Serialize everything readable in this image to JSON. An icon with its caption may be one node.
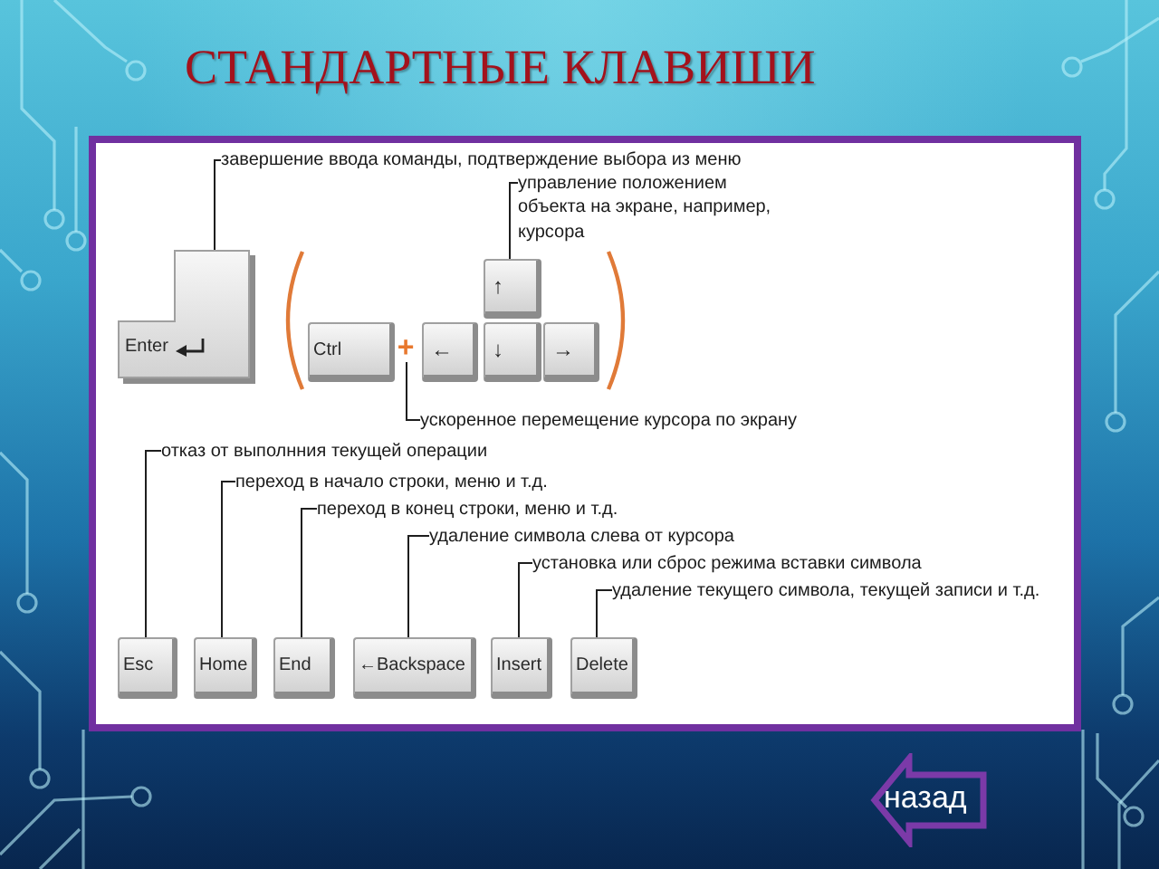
{
  "diagram": {
    "title": "СТАНДАРТНЫЕ КЛАВИШИ",
    "nodes": [
      {
        "text": [
          "завершение ввода команды, подтверждение выбора из меню"
        ]
      },
      {
        "text": [
          "управление положением объекта на экране, например, курсора"
        ]
      },
      {
        "text": [
          "Enter"
        ]
      },
      {
        "text": [
          "↑"
        ]
      },
      {
        "text": [
          "Ctrl"
        ]
      },
      {
        "text": [
          "+"
        ]
      },
      {
        "text": [
          "←"
        ]
      },
      {
        "text": [
          "↓"
        ]
      },
      {
        "text": [
          "→"
        ]
      },
      {
        "text": [
          "ускоренное перемещение курсора по экрану"
        ]
      },
      {
        "text": [
          "отказ от выполнния текущей операции"
        ]
      },
      {
        "text": [
          "переход в начало строки, меню и т.д."
        ]
      },
      {
        "text": [
          "переход в конец строки, меню и т.д."
        ]
      },
      {
        "text": [
          "удаление символа слева от курсора"
        ]
      },
      {
        "text": [
          "установка или сброс режима вставки символа"
        ]
      },
      {
        "text": [
          "удаление текущего символа, текущей записи и т.д."
        ]
      },
      {
        "text": [
          "Esc"
        ]
      },
      {
        "text": [
          "Home"
        ]
      },
      {
        "text": [
          "End"
        ]
      },
      {
        "text": [
          "←Backspace"
        ]
      },
      {
        "text": [
          "Insert"
        ]
      },
      {
        "text": [
          "Delete"
        ]
      },
      {
        "text": [
          "назад"
        ]
      }
    ],
    "edges": [
      {
        "from": 0,
        "to": 2,
        "arrow": "none"
      },
      {
        "from": 1,
        "to": 3,
        "arrow": "none"
      },
      {
        "from": 9,
        "to": 5,
        "arrow": "none"
      },
      {
        "from": 10,
        "to": 16,
        "arrow": "none"
      },
      {
        "from": 11,
        "to": 17,
        "arrow": "none"
      },
      {
        "from": 12,
        "to": 18,
        "arrow": "none"
      },
      {
        "from": 13,
        "to": 19,
        "arrow": "none"
      },
      {
        "from": 14,
        "to": 20,
        "arrow": "none"
      },
      {
        "from": 15,
        "to": 21,
        "arrow": "none"
      }
    ]
  }
}
